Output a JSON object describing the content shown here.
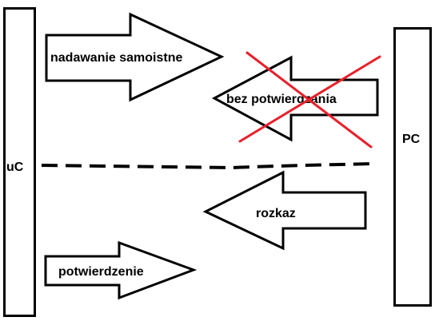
{
  "diagram": {
    "left_box": {
      "label": "uC"
    },
    "right_box": {
      "label": "PC"
    },
    "arrows": {
      "autonomous_send": {
        "label": "nadawanie samoistne",
        "direction": "uC-to-PC"
      },
      "unconfirmed": {
        "label": "bez potwierdzania",
        "direction": "PC-to-uC",
        "crossed_out": true
      },
      "command": {
        "label": "rozkaz",
        "direction": "PC-to-uC"
      },
      "confirmation": {
        "label": "potwierdzenie",
        "direction": "uC-to-PC"
      }
    },
    "divider": {
      "style": "dashed"
    },
    "colors": {
      "stroke": "#000000",
      "cross": "#e8202b",
      "background": "#ffffff"
    }
  }
}
